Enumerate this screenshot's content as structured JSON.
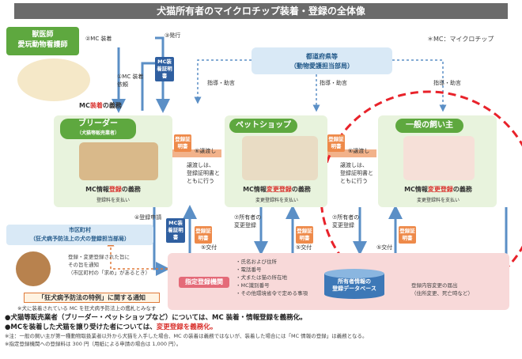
{
  "title": "犬猫所有者のマイクロチップ装着・登録の全体像",
  "legend": "＊MC：マイクロチップ",
  "vet": {
    "line1": "獣医師",
    "line2": "愛玩動物看護師"
  },
  "pref": {
    "line1": "都道府県等",
    "line2": "（動物愛護担当部局）"
  },
  "labels": {
    "mc_install": "②MC 装着",
    "mc_request": "①MC 装着\n依頼",
    "issue": "③発行",
    "mc_cert": "MC装着証明書",
    "guidance1": "指導・助言",
    "guidance2": "指導・助言",
    "guidance3": "指導・助言",
    "mc_duty": "MC装着の義務",
    "mc_duty_red": "装着",
    "handover1": "⑥譲渡し",
    "handover2": "⑥譲渡し",
    "cert_tag": "登録証明書",
    "handover_note1": "譲渡しは、\n登録証明書と\nともに行う",
    "handover_note2": "譲渡しは、\n登録証明書と\nともに行う",
    "apply": "④登録申請",
    "issue5a": "⑤交付",
    "issue5b": "⑤交付",
    "issue5c": "⑤交付",
    "owner_change7a": "⑦所有者の\n変更登録",
    "owner_change7b": "⑦所有者の\n変更登録",
    "reg_change": "登録内容変更の届出\n（住所変更、死亡時など）"
  },
  "actors": {
    "breeder": {
      "name": "ブリーダー",
      "sub": "（犬猫等販売業者）",
      "duty_a": "MC情報",
      "duty_b": "登録",
      "duty_c": "の義務",
      "fee": "登録料を支払い"
    },
    "petshop": {
      "name": "ペットショップ",
      "duty_a": "MC情報",
      "duty_b": "変更登録",
      "duty_c": "の義務",
      "fee": "変更登録料を支払い"
    },
    "owner": {
      "name": "一般の飼い主",
      "duty_a": "MC情報",
      "duty_b": "変更登録",
      "duty_c": "の義務",
      "fee": "変更登録料を支払い"
    }
  },
  "city": {
    "line1": "市区町村",
    "line2": "（狂犬病予防法上の犬の登録担当部局）"
  },
  "notify": "登録・変更登録された旨に\nその旨を通知\n（市区町村の「求め」があるとき）",
  "rabies_title": "「狂犬病予防法の特例」に関する通知",
  "rabies_note": "※犬に装着されている MC を狂犬病予防法上の鑑札とみなす",
  "registry": {
    "name": "指定登録機関",
    "items": [
      "・氏名および住所",
      "・電話番号",
      "・犬または猫の所在地",
      "・MC識別番号",
      "・その他環境省令で定める事項"
    ],
    "db_line1": "所有者情報の",
    "db_line2": "登録データベース"
  },
  "bullets": {
    "b1a": "●犬猫等販売業者（ブリーダー・ペットショップなど）については、MC 装着・情報登録を義務化。",
    "b2a": "●MCを装着した犬猫を譲り受けた者については、",
    "b2b": "変更登録を義務化。",
    "n1": "※注：一般の飼い主が第一種動物取扱業者以外から犬猫を入手した場合、MC の装着は義務ではないが、装着した場合には「MC 情報の登録」は義務となる。",
    "n2": "※指定登録機関への登録料は 300 円（用紙による申請の場合は 1,000 円）。"
  },
  "colors": {
    "green": "#5ea83f",
    "blue": "#2f5fa0",
    "orange": "#ee8a4a",
    "pink": "#f8d9d9",
    "red": "#d9322e"
  }
}
